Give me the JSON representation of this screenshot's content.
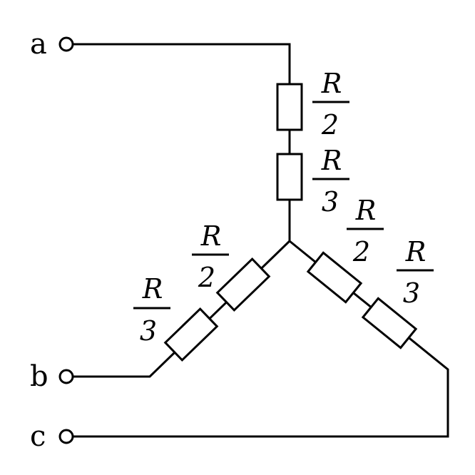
{
  "terminals": {
    "a": "a",
    "b": "b",
    "c": "c"
  },
  "labels": {
    "top_upper": {
      "num": "R",
      "den": "2"
    },
    "top_lower": {
      "num": "R",
      "den": "3"
    },
    "left_upper": {
      "num": "R",
      "den": "2"
    },
    "left_lower": {
      "num": "R",
      "den": "3"
    },
    "right_upper": {
      "num": "R",
      "den": "2"
    },
    "right_lower": {
      "num": "R",
      "den": "3"
    }
  }
}
